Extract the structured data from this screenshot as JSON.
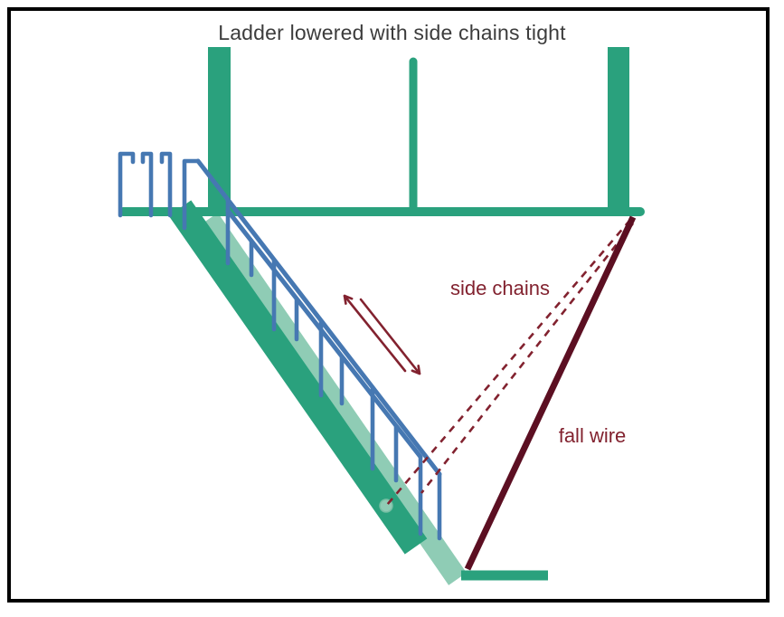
{
  "title": "Ladder lowered with side chains tight",
  "labels": {
    "side_chains": "side chains",
    "fall_wire": "fall wire"
  },
  "diagram_parts": {
    "deck": "ship deck with stanchion posts",
    "ladder": "accommodation ladder lowered (near and far stringers)",
    "handrail": "blue handrails with vertical stanchions",
    "side_chains": "two taut dashed side chains from deck edge to ladder",
    "fall_wire": "fall wire from deck edge davit to ladder lower platform",
    "motion_arrow": "double-headed arrow along ladder direction",
    "padeye": "attachment eye on ladder stringer"
  },
  "colors": {
    "structure_green": "#2aa17d",
    "ladder_light_green": "#8fccb5",
    "handrail_blue": "#4678b2",
    "fall_wire_maroon": "#5c0f22",
    "annotation_red": "#82222f",
    "title_gray": "#3c3c3c",
    "frame_black": "#000000"
  }
}
